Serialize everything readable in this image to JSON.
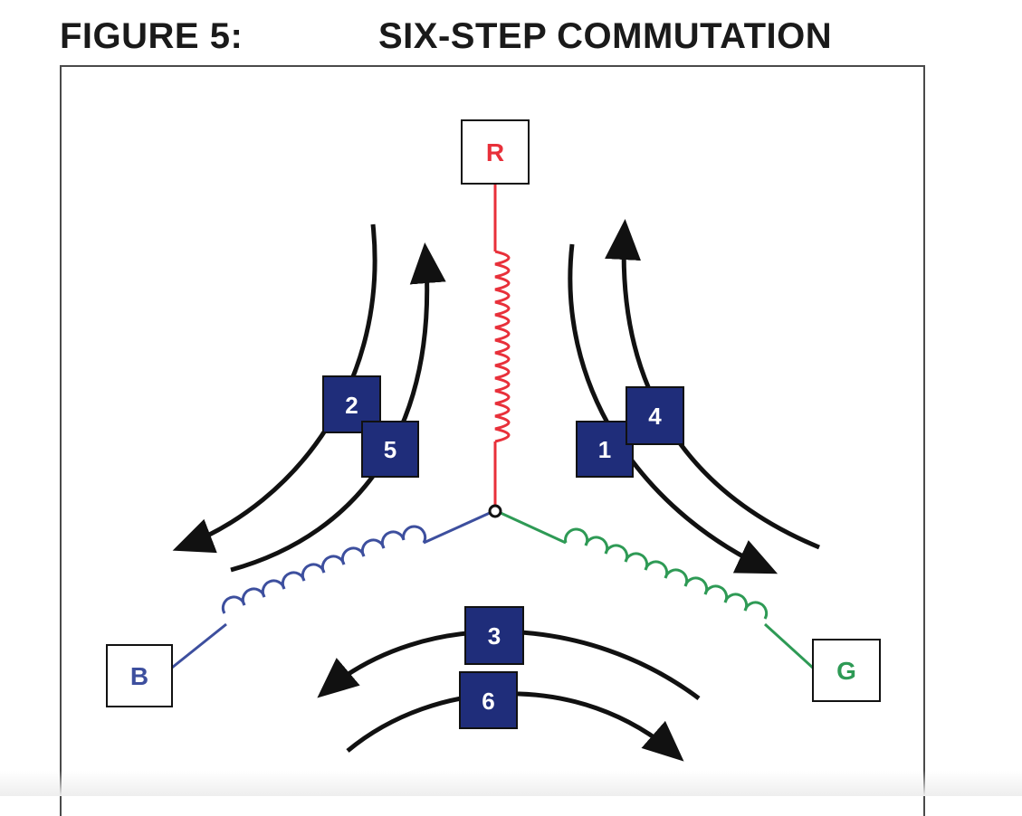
{
  "figure": {
    "label": "FIGURE 5:",
    "title": "SIX-STEP COMMUTATION"
  },
  "terminals": [
    {
      "id": "R",
      "label": "R",
      "color": "#e8303a"
    },
    {
      "id": "B",
      "label": "B",
      "color": "#3d4f9e"
    },
    {
      "id": "G",
      "label": "G",
      "color": "#2e9a55"
    }
  ],
  "steps": [
    "1",
    "2",
    "3",
    "4",
    "5",
    "6"
  ],
  "colors": {
    "step_box": "#1f2d7a",
    "arrow": "#111111",
    "red": "#e8303a",
    "blue": "#3d4f9e",
    "green": "#2e9a55"
  }
}
